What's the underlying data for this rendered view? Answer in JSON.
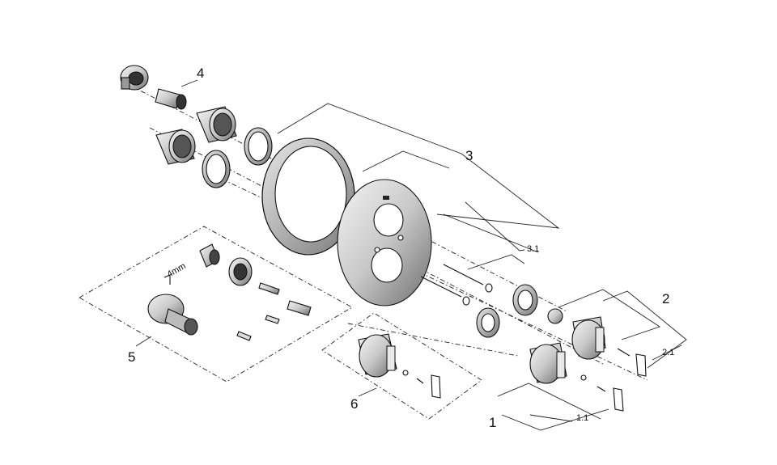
{
  "labels": {
    "part_1": "1",
    "part_1_1": "1.1",
    "part_2": "2",
    "part_2_1": "2.1",
    "part_3": "3",
    "part_3_1": "3.1",
    "part_4": "4",
    "part_5": "5",
    "part_6": "6",
    "tool_size": "4mm"
  }
}
